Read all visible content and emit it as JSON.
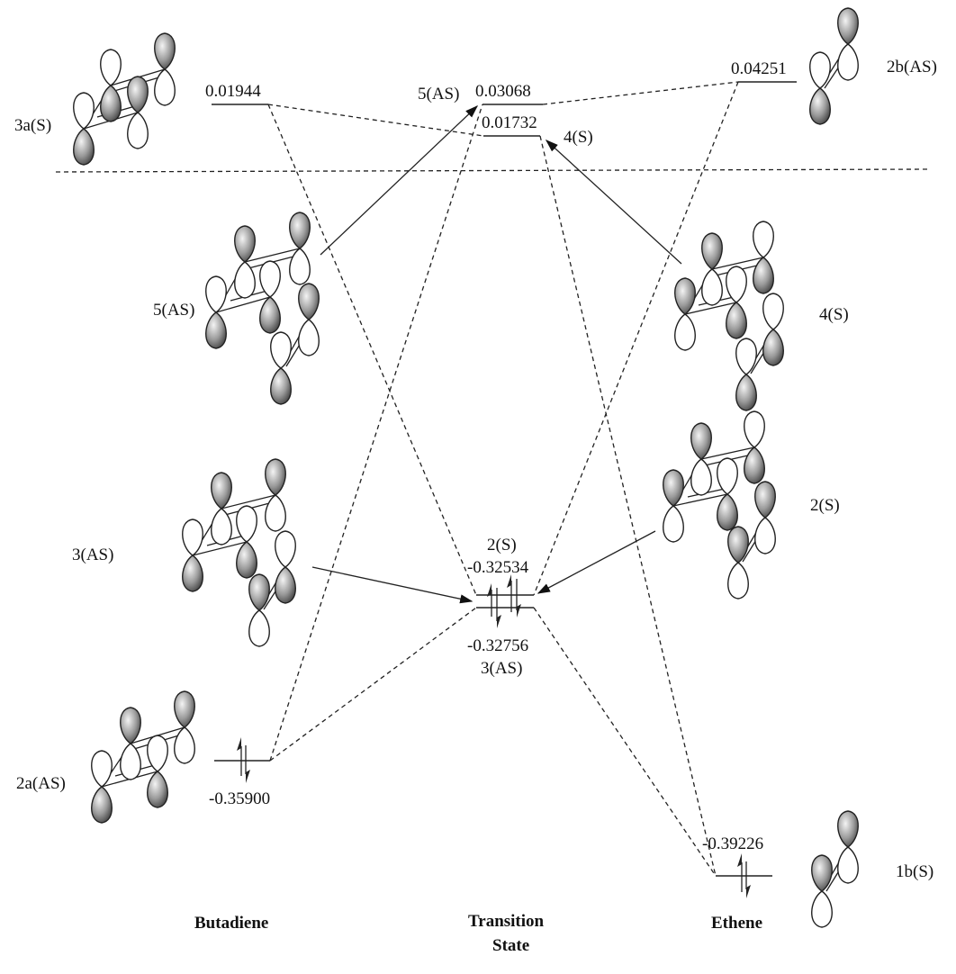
{
  "figure": {
    "columns": {
      "left": "Butadiene",
      "center_line1": "Transition",
      "center_line2": "State",
      "right": "Ethene"
    },
    "butadiene": {
      "levels": [
        {
          "id": "3a",
          "symmetry_label": "3a(S)",
          "energy": "0.01944",
          "occupied": false
        },
        {
          "id": "2a",
          "symmetry_label": "2a(AS)",
          "energy": "-0.35900",
          "occupied": true
        }
      ]
    },
    "ethene": {
      "levels": [
        {
          "id": "2b",
          "symmetry_label": "2b(AS)",
          "energy": "0.04251",
          "occupied": false
        },
        {
          "id": "1b",
          "symmetry_label": "1b(S)",
          "energy": "-0.39226",
          "occupied": true
        }
      ]
    },
    "transition_state": {
      "levels": [
        {
          "id": "ts5",
          "symmetry_label": "5(AS)",
          "energy": "0.03068",
          "occupied": false
        },
        {
          "id": "ts4",
          "symmetry_label": "4(S)",
          "energy": "0.01732",
          "occupied": false
        },
        {
          "id": "ts2",
          "symmetry_label": "2(S)",
          "energy": "-0.32534",
          "occupied": true
        },
        {
          "id": "ts3",
          "symmetry_label": "3(AS)",
          "energy": "-0.32756",
          "occupied": true
        }
      ],
      "orbital_pictures": {
        "left_upper": "5(AS)",
        "left_lower": "3(AS)",
        "right_upper": "4(S)",
        "right_lower": "2(S)"
      }
    },
    "separator": "dashed horizontal line between occupied/unoccupied region",
    "correlations": [
      {
        "from": "3a",
        "to": "ts4"
      },
      {
        "from": "3a",
        "to": "ts2"
      },
      {
        "from": "2a",
        "to": "ts5"
      },
      {
        "from": "2a",
        "to": "ts3"
      },
      {
        "from": "2b",
        "to": "ts5"
      },
      {
        "from": "2b",
        "to": "ts2"
      },
      {
        "from": "ts4",
        "to": "1b"
      },
      {
        "from": "ts3",
        "to": "1b"
      }
    ]
  }
}
